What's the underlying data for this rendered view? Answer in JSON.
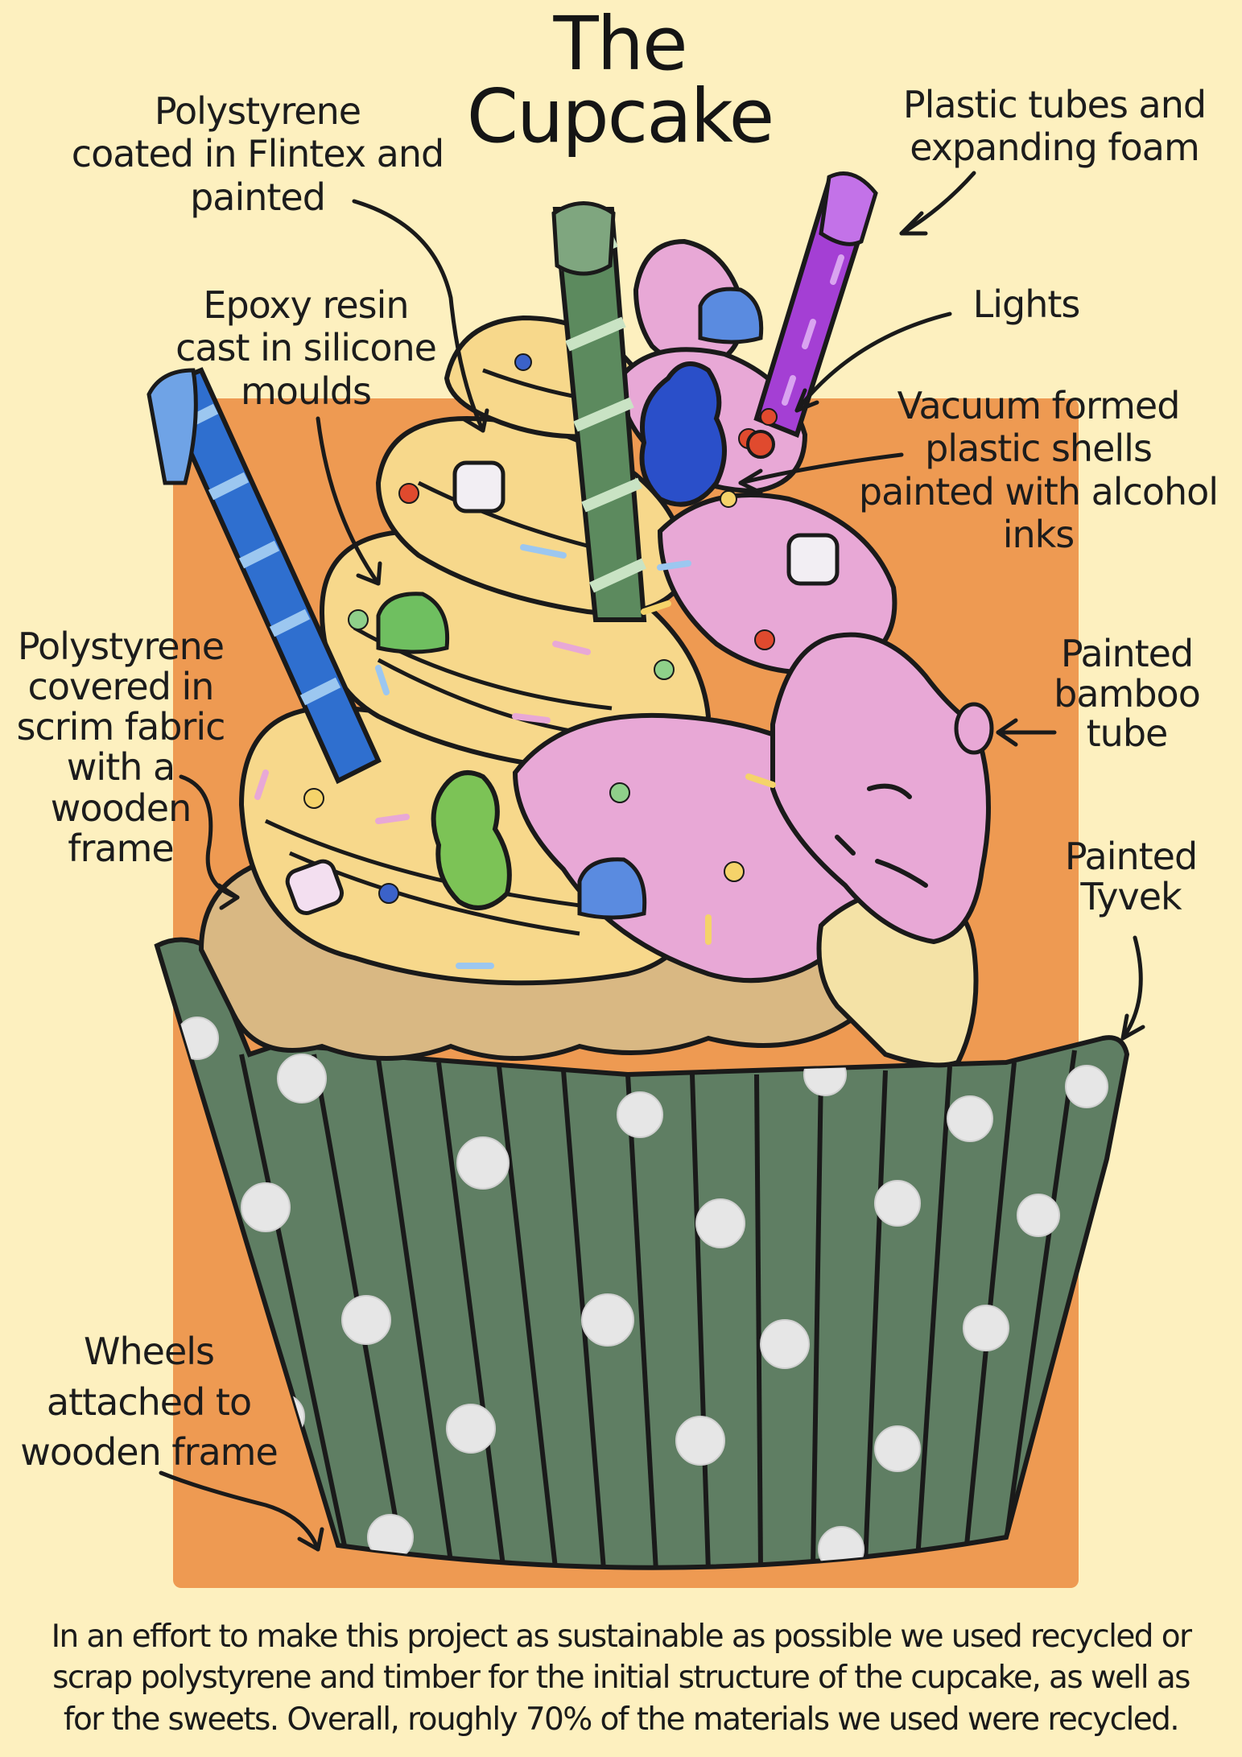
{
  "title": {
    "line1": "The",
    "line2": "Cupcake"
  },
  "labels": {
    "polystyrene_flintex": [
      "Polystyrene",
      "coated in Flintex and",
      "painted"
    ],
    "plastic_tubes": [
      "Plastic tubes and",
      "expanding foam"
    ],
    "epoxy_resin": [
      "Epoxy resin",
      "cast in silicone",
      "moulds"
    ],
    "lights": [
      "Lights"
    ],
    "vacuum_formed": [
      "Vacuum formed",
      "plastic shells",
      "painted with alcohol",
      "inks"
    ],
    "polystyrene_scrim": [
      "Polystyrene",
      "covered in",
      "scrim fabric",
      "with a",
      "wooden",
      "frame"
    ],
    "painted_bamboo": [
      "Painted",
      "bamboo",
      "tube"
    ],
    "painted_tyvek": [
      "Painted",
      "Tyvek"
    ],
    "wheels": [
      "Wheels",
      "attached to",
      "wooden frame"
    ]
  },
  "footer": [
    "In an effort to make this project as sustainable as possible we used recycled or",
    "scrap polystyrene and timber for the initial structure of the cupcake, as well as",
    "for the sweets. Overall, roughly 70% of the materials we used were recycled."
  ],
  "colors": {
    "background": "#fdf0bf",
    "orange_panel": "#ee9a52",
    "wrapper_green": "#5f7e63",
    "wrapper_dots": "#e6e6e6",
    "frosting_yellow": "#f7d88b",
    "frosting_pink": "#e8a8d6",
    "cake": "#d9b883",
    "outline": "#1a1a1a"
  }
}
